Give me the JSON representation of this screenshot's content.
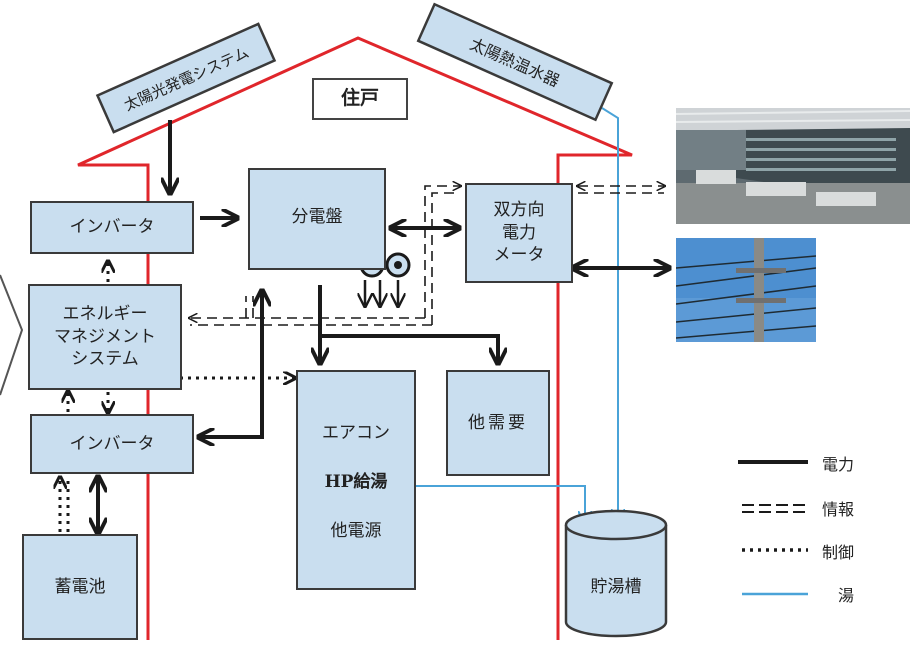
{
  "colors": {
    "house_outline": "#e0262b",
    "box_fill": "#c9deef",
    "box_border": "#3a3a3a",
    "hot_water_line": "#4aa3d8",
    "arrow": "#1a1a1a"
  },
  "house_label": "住戸",
  "roof": {
    "solar_pv": "太陽光発電システム",
    "solar_thermal": "太陽熱温水器"
  },
  "boxes": {
    "inverter_top": "インバータ",
    "energy_mgmt": "エネルギー\nマネジメント\nシステム",
    "inverter_bottom": "インバータ",
    "battery": "蓄電池",
    "distribution_board": "分電盤",
    "smart_meter": "双方向\n電力\nメータ",
    "other_demand": "他需要",
    "storage_tank": "貯湯槽"
  },
  "appliance_group": {
    "aircon": "エアコン",
    "hp_water": "HP給湯",
    "other_sources": "他電源"
  },
  "legend": [
    {
      "label": "電力",
      "style": "solid"
    },
    {
      "label": "情報",
      "style": "double-dashed"
    },
    {
      "label": "制御",
      "style": "dotted"
    },
    {
      "label": "湯",
      "style": "blue-line"
    }
  ],
  "images": {
    "control_center": "control-room-photo",
    "power_pole": "utility-pole-photo"
  }
}
